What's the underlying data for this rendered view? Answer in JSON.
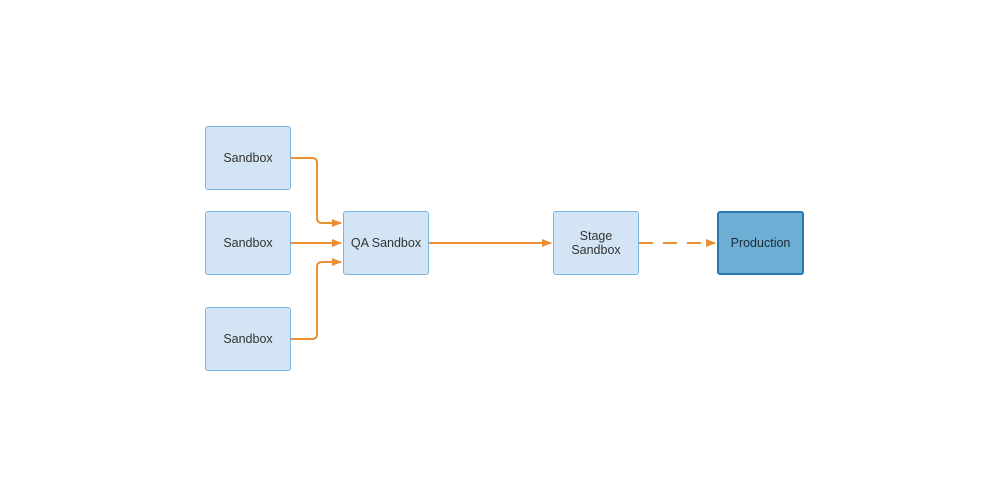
{
  "colors": {
    "node_fill": "#d3e5f4",
    "node_border": "#7ab3e0",
    "production_fill": "#6eaed5",
    "production_border": "#2a78b0",
    "connector": "#eb8f33"
  },
  "nodes": [
    {
      "id": "sandbox-1",
      "label": "Sandbox"
    },
    {
      "id": "sandbox-2",
      "label": "Sandbox"
    },
    {
      "id": "sandbox-3",
      "label": "Sandbox"
    },
    {
      "id": "qa-sandbox",
      "label": "QA Sandbox"
    },
    {
      "id": "stage-sandbox",
      "label": "Stage Sandbox"
    },
    {
      "id": "production",
      "label": "Production"
    }
  ],
  "edges": [
    {
      "from": "sandbox-1",
      "to": "qa-sandbox",
      "style": "solid"
    },
    {
      "from": "sandbox-2",
      "to": "qa-sandbox",
      "style": "solid"
    },
    {
      "from": "sandbox-3",
      "to": "qa-sandbox",
      "style": "solid"
    },
    {
      "from": "qa-sandbox",
      "to": "stage-sandbox",
      "style": "solid"
    },
    {
      "from": "stage-sandbox",
      "to": "production",
      "style": "dashed"
    }
  ]
}
